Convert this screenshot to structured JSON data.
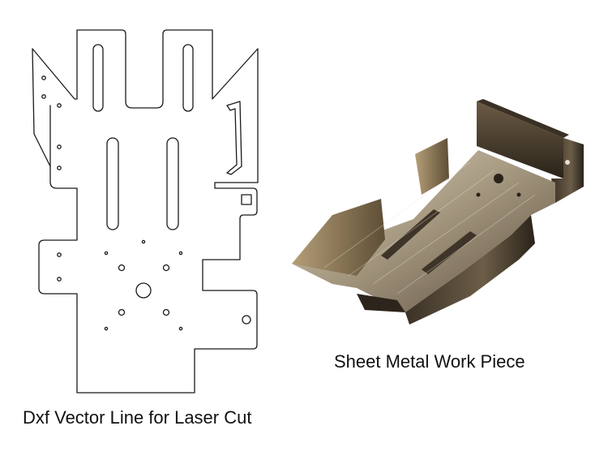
{
  "figure": {
    "left_panel": {
      "caption": "Dxf Vector Line for Laser Cut",
      "line_color": "#1a1a1a",
      "icon": "dxf-outline-drawing"
    },
    "right_panel": {
      "caption": "Sheet Metal Work Piece",
      "metal_colors": {
        "light": "#c9bfae",
        "mid": "#8a7c63",
        "dark": "#3a3024",
        "shadow": "#1c1712"
      },
      "icon": "sheet-metal-render"
    }
  }
}
